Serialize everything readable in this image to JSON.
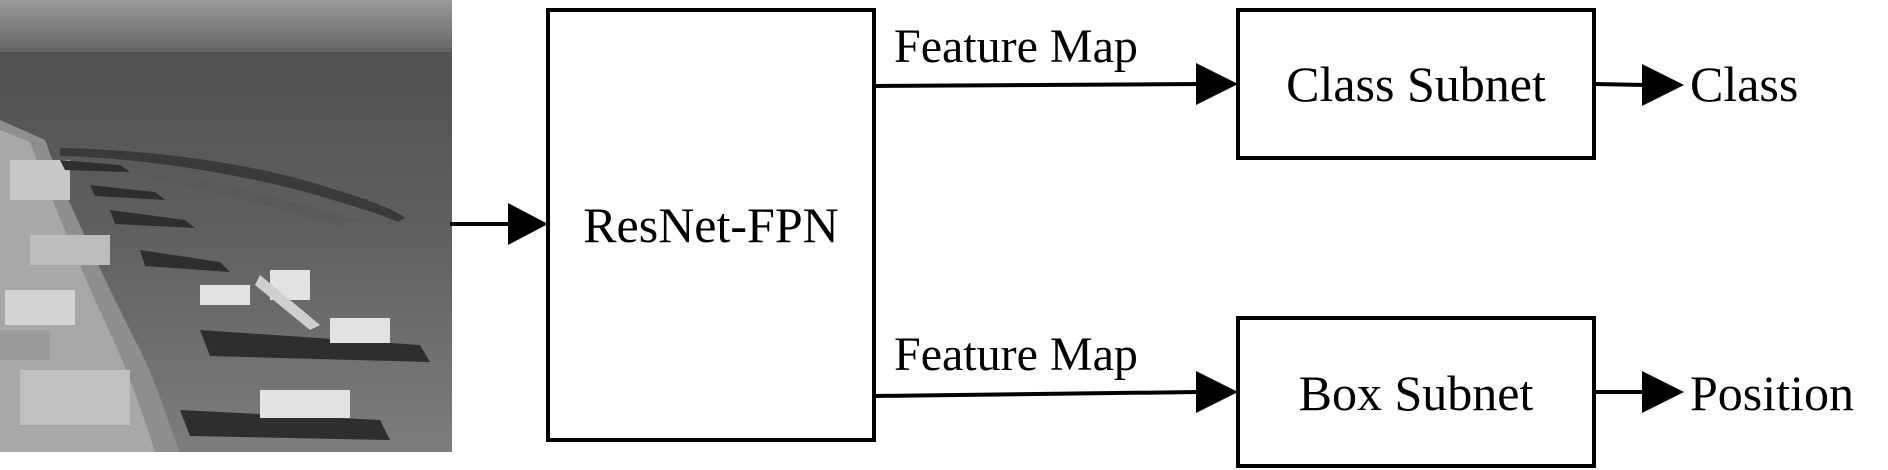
{
  "diagram": {
    "backbone_label": "ResNet-FPN",
    "edge_labels": {
      "top": "Feature Map",
      "bottom": "Feature Map"
    },
    "subnets": {
      "class_label": "Class Subnet",
      "box_label": "Box Subnet"
    },
    "outputs": {
      "class_label": "Class",
      "position_label": "Position"
    }
  },
  "colors": {
    "stroke": "#000000",
    "background": "#ffffff"
  }
}
